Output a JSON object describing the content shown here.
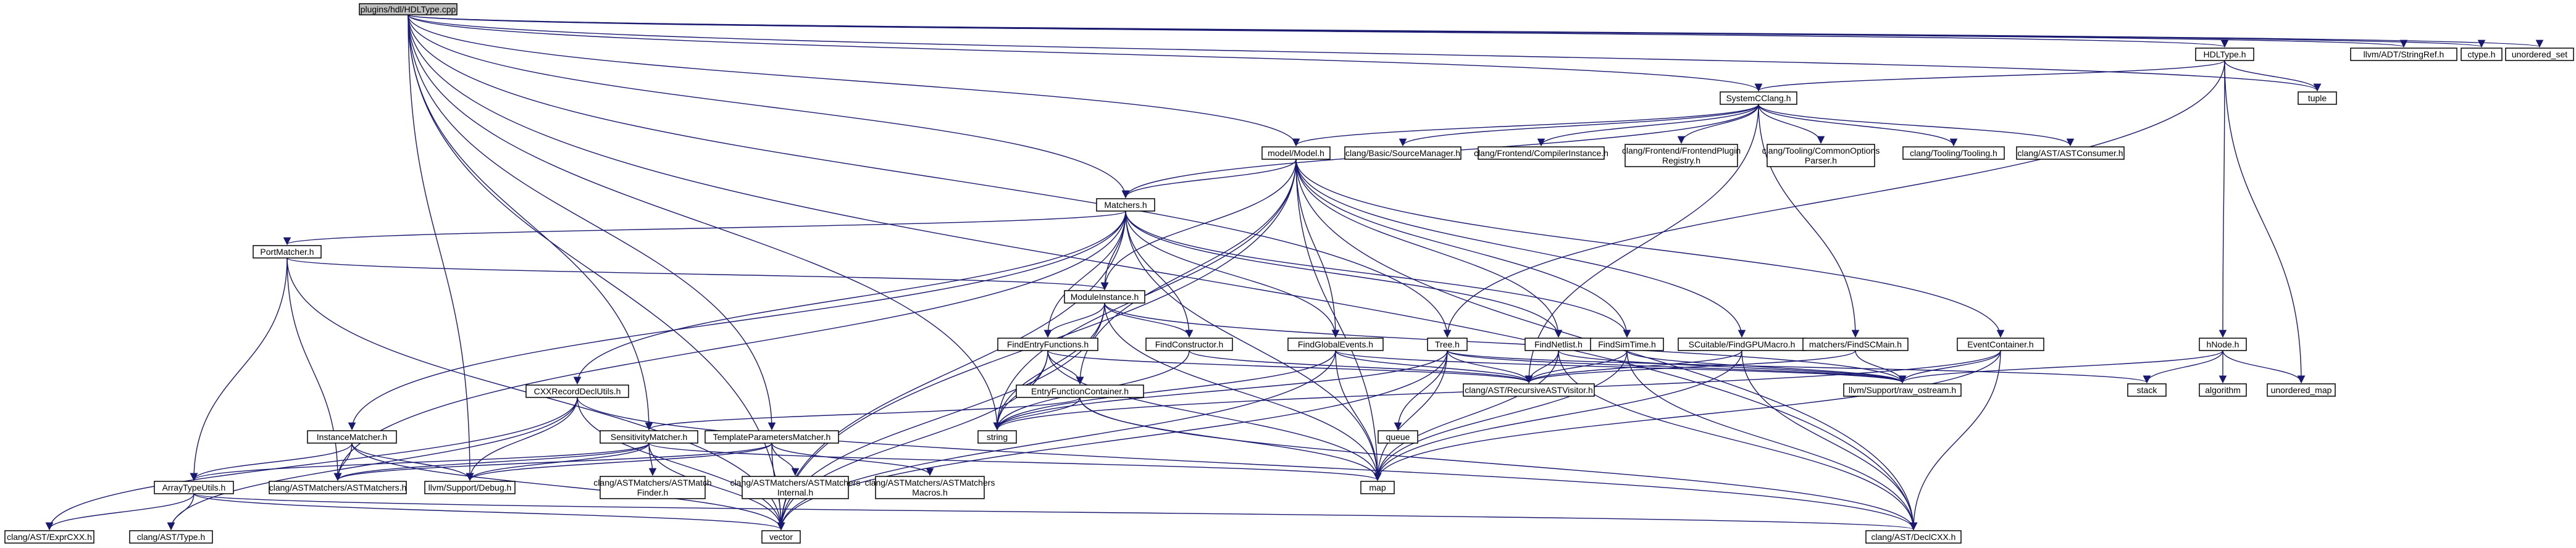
{
  "colors": {
    "root_fill": "#bfbfbf",
    "red_border": "#ff0000",
    "black_border": "#000000",
    "external_border": "#bfbfbf",
    "edge": "#191970"
  },
  "nodes": {
    "root": "plugins/hdl/HDLType.cpp",
    "hdltype": "HDLType.h",
    "stringref": "llvm/ADT/StringRef.h",
    "ctype": "ctype.h",
    "unordered_set": "unordered_set",
    "systemcclang": "SystemCClang.h",
    "tuple": "tuple",
    "model": "model/Model.h",
    "sourcemanager": "clang/Basic/SourceManager.h",
    "compilerinstance": "clang/Frontend/CompilerInstance.h",
    "frontendplugin": [
      "clang/Frontend/FrontendPlugin",
      "Registry.h"
    ],
    "commonoptions": [
      "clang/Tooling/CommonOptions",
      "Parser.h"
    ],
    "tooling": "clang/Tooling/Tooling.h",
    "astconsumer": "clang/AST/ASTConsumer.h",
    "matchers": "Matchers.h",
    "portmatcher": "PortMatcher.h",
    "moduleinstance": "ModuleInstance.h",
    "findentryfunctions": "FindEntryFunctions.h",
    "findconstructor": "FindConstructor.h",
    "findglobalevents": "FindGlobalEvents.h",
    "tree": "Tree.h",
    "findnetlist": "FindNetlist.h",
    "findsimtime": "FindSimTime.h",
    "scuitable": "SCuitable/FindGPUMacro.h",
    "findscmain": "matchers/FindSCMain.h",
    "eventcontainer": "EventContainer.h",
    "hnode": "hNode.h",
    "entryfunctioncontainer": "EntryFunctionContainer.h",
    "cxxrecorddeclutils": "CXXRecordDeclUtils.h",
    "instancematcher": "InstanceMatcher.h",
    "sensitivitymatcher": "SensitivityMatcher.h",
    "templateparametersmatcher": "TemplateParametersMatcher.h",
    "arraytypeutils": "ArrayTypeUtils.h",
    "astmatchers": "clang/ASTMatchers/ASTMatchers.h",
    "debug": "llvm/Support/Debug.h",
    "astmatchfinder": [
      "clang/ASTMatchers/ASTMatch",
      "Finder.h"
    ],
    "astmatchersinternal": [
      "clang/ASTMatchers/ASTMatchers",
      "Internal.h"
    ],
    "astmatchersmacros": [
      "clang/ASTMatchers/ASTMatchers",
      "Macros.h"
    ],
    "recursiveastvisitor": "clang/AST/RecursiveASTVisitor.h",
    "raw_ostream": "llvm/Support/raw_ostream.h",
    "stack": "stack",
    "algorithm": "algorithm",
    "unordered_map": "unordered_map",
    "queue": "queue",
    "string": "string",
    "map": "map",
    "exprcxx": "clang/AST/ExprCXX.h",
    "type": "clang/AST/Type.h",
    "vector": "vector",
    "declcxx": "clang/AST/DeclCXX.h"
  }
}
